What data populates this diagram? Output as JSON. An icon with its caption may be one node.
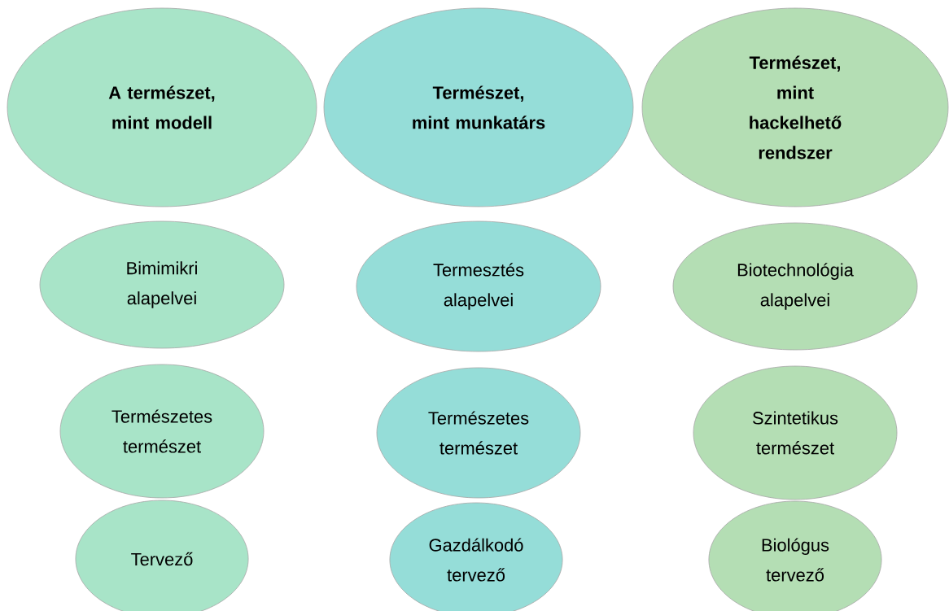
{
  "diagram": {
    "nodes": [
      {
        "text": [
          "A természet, mint modell"
        ]
      },
      {
        "text": [
          "Természet, mint munkatárs"
        ]
      },
      {
        "text": [
          "Természet, mint hackelhető rendszer"
        ]
      },
      {
        "text": [
          "Bimimikri alapelvei"
        ]
      },
      {
        "text": [
          "Termesztés alapelvei"
        ]
      },
      {
        "text": [
          "Biotechnológia alapelvei"
        ]
      },
      {
        "text": [
          "Természetes természet"
        ]
      },
      {
        "text": [
          "Természetes természet"
        ]
      },
      {
        "text": [
          "Szintetikus természet"
        ]
      },
      {
        "text": [
          "Tervező"
        ]
      },
      {
        "text": [
          "Gazdálkodó tervező"
        ]
      },
      {
        "text": [
          "Biológus tervező"
        ]
      }
    ]
  }
}
